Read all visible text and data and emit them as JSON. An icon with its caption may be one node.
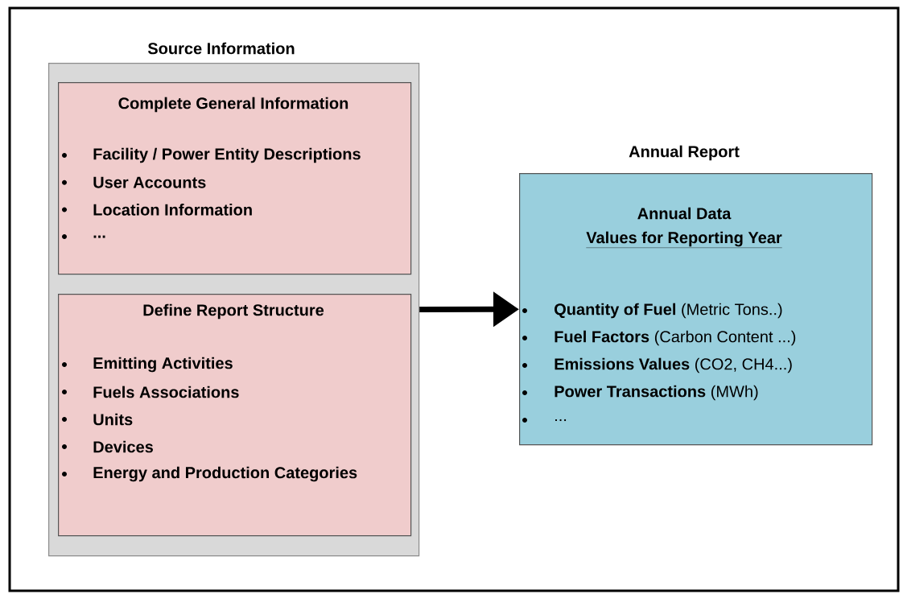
{
  "diagram": {
    "nodes": [
      {
        "text": [
          "Source Information"
        ]
      },
      {
        "text": [
          "Complete General Information",
          "Facility / Power Entity Descriptions",
          "User Accounts",
          "Location Information",
          "..."
        ],
        "in": 0
      },
      {
        "text": [
          "Define Report Structure",
          "Emitting Activities",
          "Fuels Associations",
          "Units",
          "Devices",
          "Energy and Production Categories"
        ],
        "in": 0
      },
      {
        "text": [
          "Annual Report",
          "Annual Data",
          "Values for Reporting Year",
          "**Quantity of Fuel** (Metric Tons..)",
          "**Fuel Factors** (Carbon Content ...)",
          "**Emissions Values** (CO2, CH4...)",
          "**Power Transactions** (MWh)",
          "..."
        ]
      }
    ],
    "edges": [
      {
        "from": 0,
        "to": 3,
        "arrow": "to"
      }
    ]
  }
}
